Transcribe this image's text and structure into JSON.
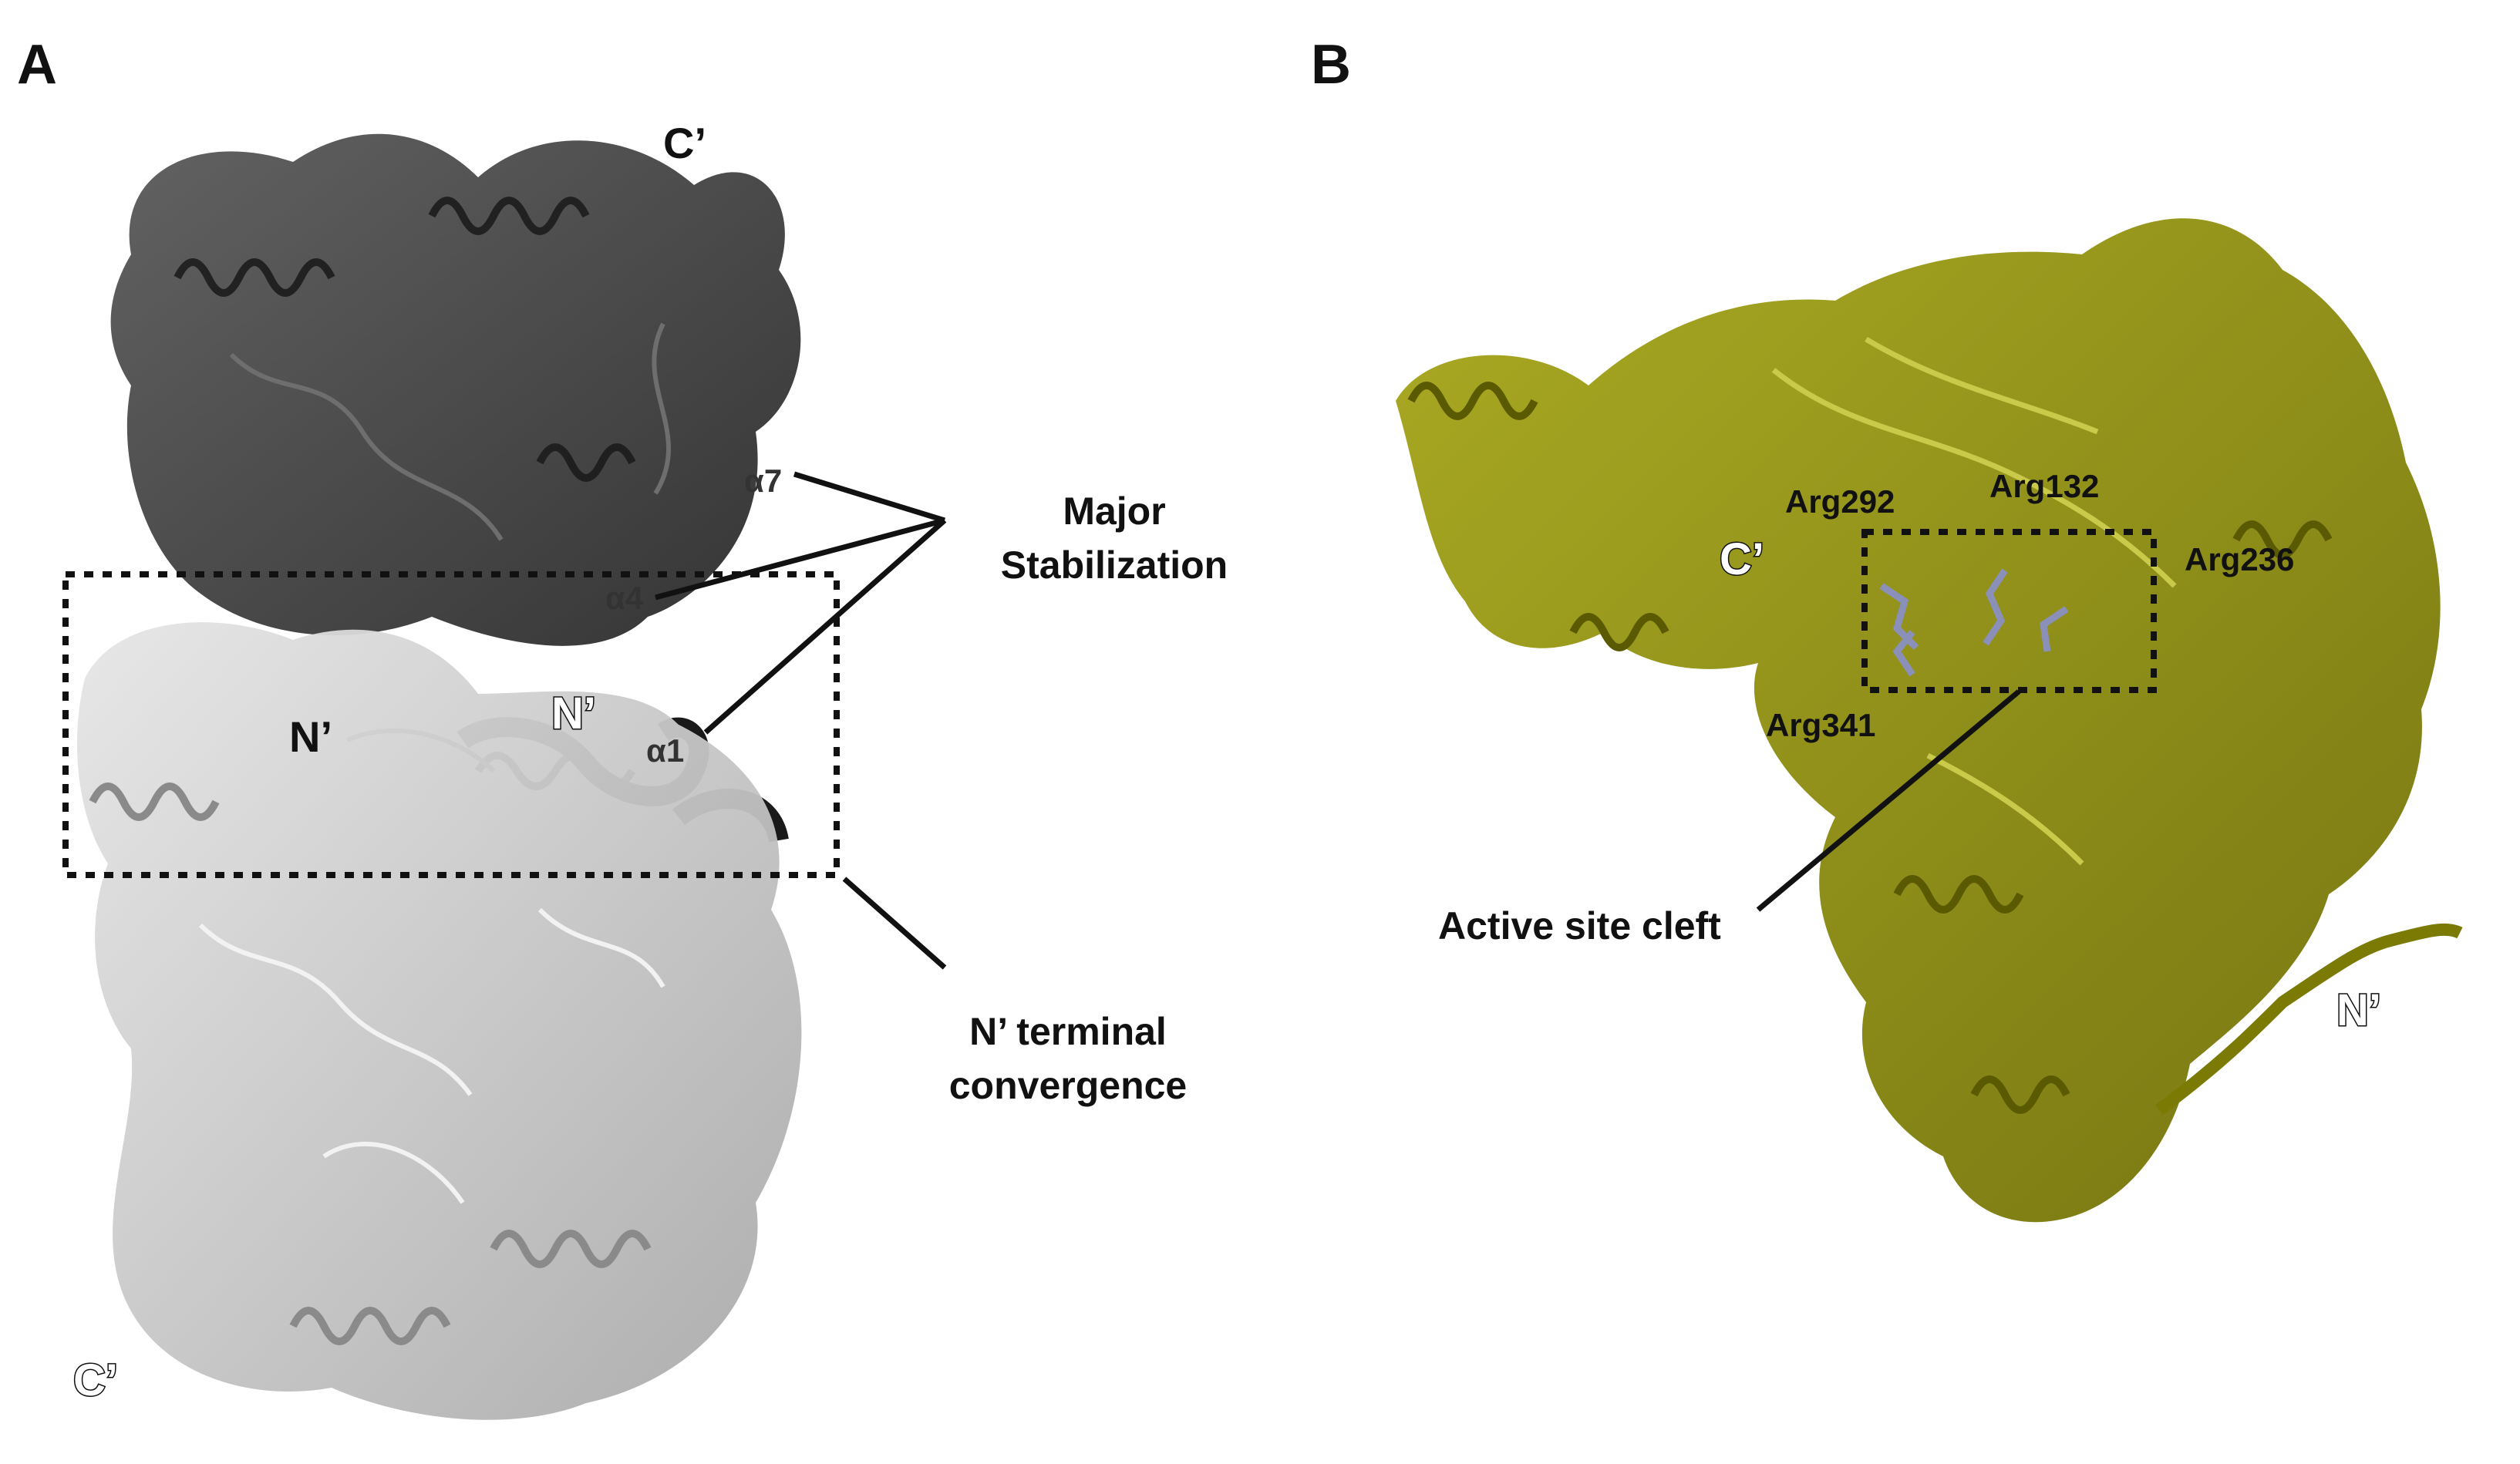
{
  "panels": {
    "a": {
      "letter": "A",
      "c_term_top": "C’",
      "c_term_bottom": "C’",
      "n_term_light": "N’",
      "n_term_dark": "N’",
      "helix_a7": "α7",
      "helix_a4": "α4",
      "helix_a1": "α1",
      "callout_major_line1": "Major",
      "callout_major_line2": "Stabilization",
      "callout_nterm_line1": "N’ terminal",
      "callout_nterm_line2": "convergence"
    },
    "b": {
      "letter": "B",
      "c_term": "C’",
      "n_term": "N’",
      "res_arg292": "Arg292",
      "res_arg132": "Arg132",
      "res_arg236": "Arg236",
      "res_arg341": "Arg341",
      "callout_active_site": "Active site cleft"
    }
  },
  "colors": {
    "chain_dark": "#3a3a3a",
    "chain_light": "#c8c8c8",
    "protein_olive": "#8a8a0a",
    "arg_sticks": "#8a90b8"
  }
}
